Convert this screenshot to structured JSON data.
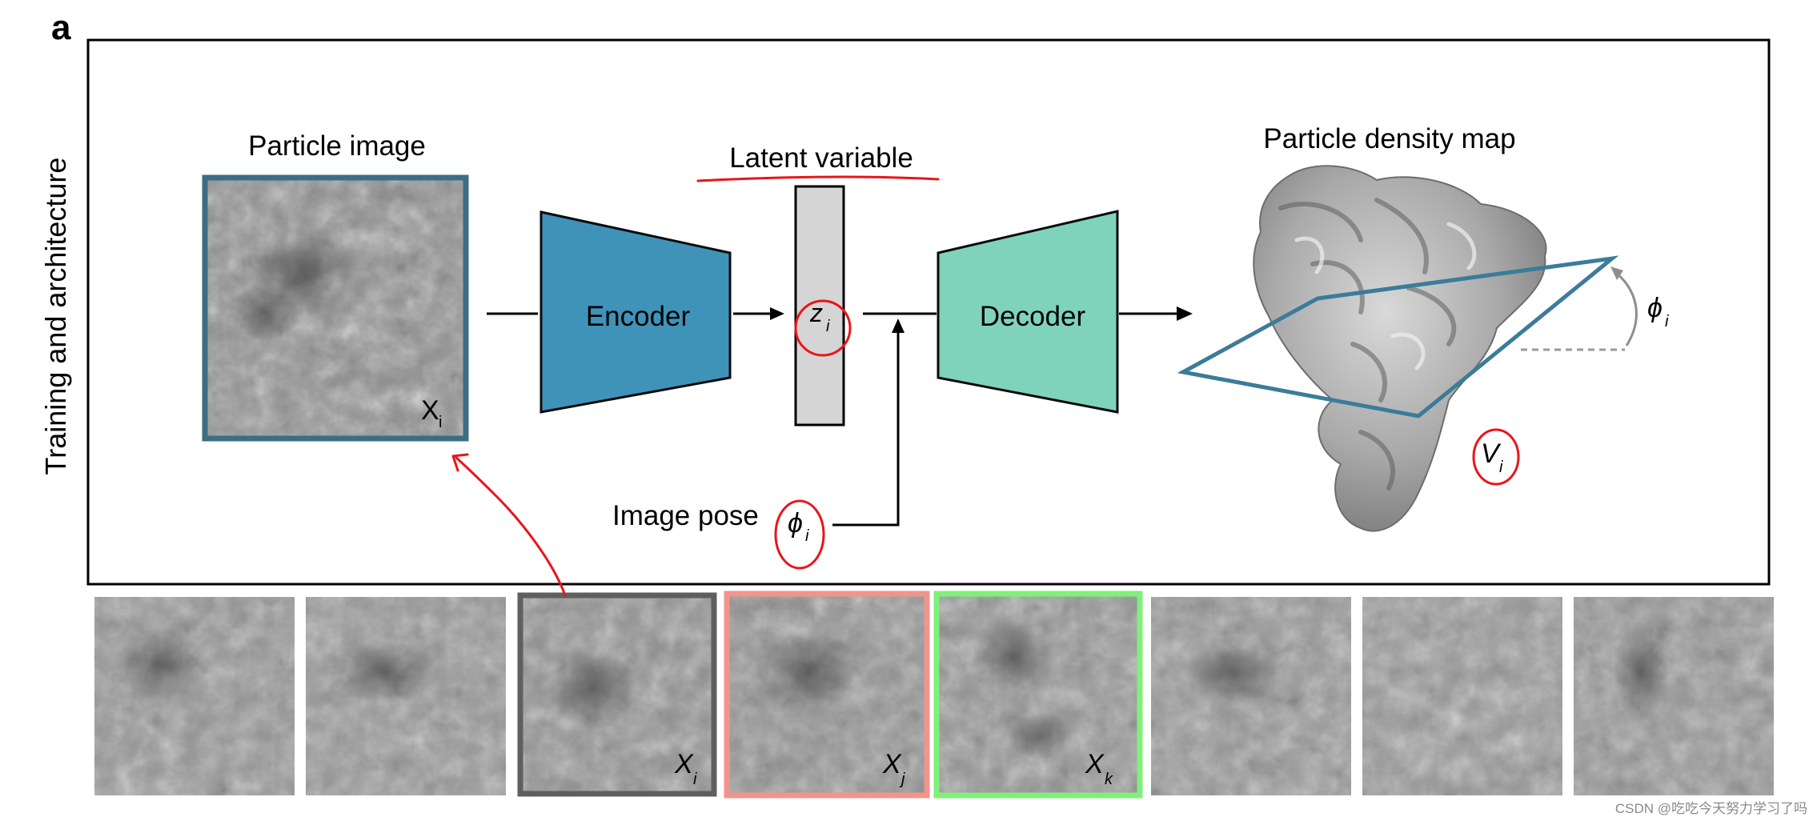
{
  "panel_label": "a",
  "side_label": "Training and architecture",
  "blocks": {
    "particle_image_title": "Particle image",
    "particle_image_label": "X",
    "particle_image_sub": "i",
    "encoder": "Encoder",
    "latent_title": "Latent variable",
    "latent_symbol": "z",
    "latent_sub": "i",
    "decoder": "Decoder",
    "density_title": "Particle density map",
    "density_symbol": "V",
    "density_sub": "i",
    "pose_label": "Image pose",
    "pose_symbol": "ϕ",
    "pose_sub": "i",
    "angle_symbol": "ϕ",
    "angle_sub": "i"
  },
  "strip": {
    "labels": [
      {
        "symbol": "X",
        "sub": "i"
      },
      {
        "symbol": "X",
        "sub": "j"
      },
      {
        "symbol": "X",
        "sub": "k"
      }
    ]
  },
  "colors": {
    "encoder": "#3f93b8",
    "decoder": "#7fd3bb",
    "frame": "#3b6e85",
    "latent_bar": "#d5d5d5",
    "annotation": "#e8151b",
    "highlight_i": "#5f5f5f",
    "highlight_j": "#f2948c",
    "highlight_k": "#7ff07a"
  },
  "watermark": "CSDN @吃吃今天努力学习了吗"
}
